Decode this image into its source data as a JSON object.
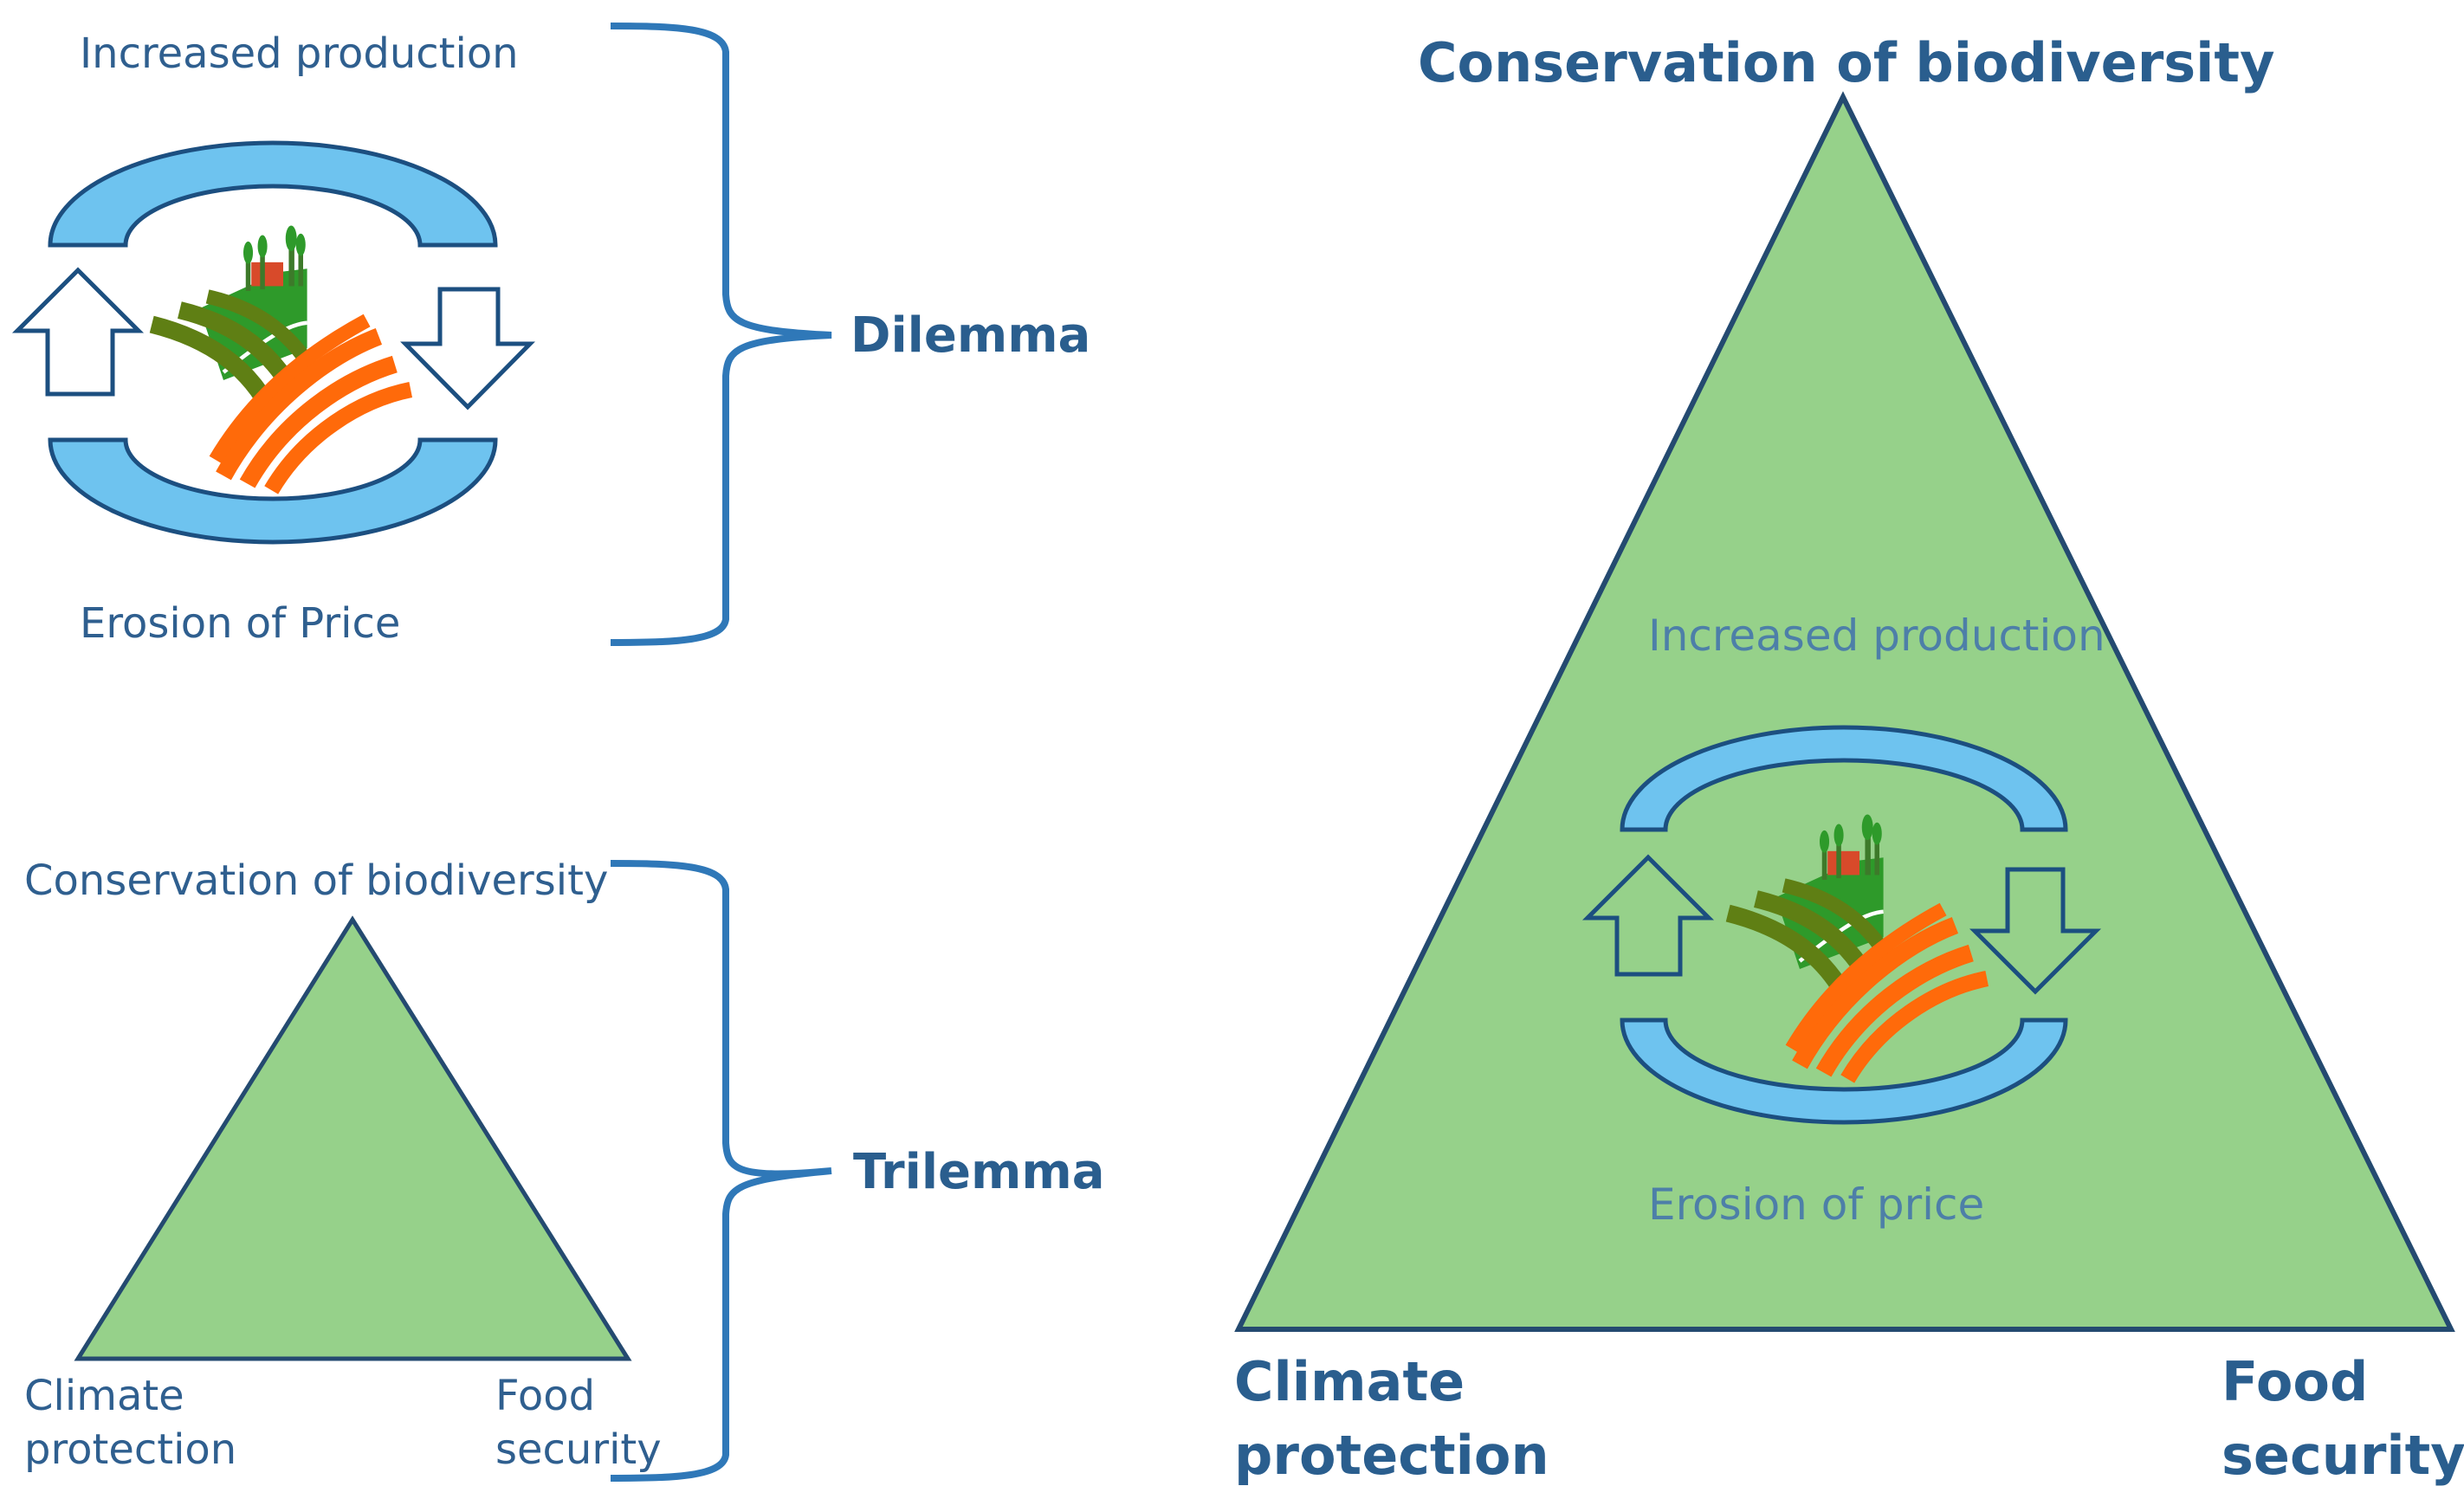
{
  "dilemma": {
    "top_label": "Increased production",
    "bottom_label": "Erosion of Price",
    "brace_label": "Dilemma"
  },
  "trilemma": {
    "top_label": "Conservation of biodiversity",
    "left_label_line1": "Climate",
    "left_label_line2": "protection",
    "right_label_line1": "Food",
    "right_label_line2": "security",
    "brace_label": "Trilemma"
  },
  "combined": {
    "top_label": "Conservation of biodiversity",
    "inner_top_label": "Increased production",
    "inner_bottom_label": "Erosion of price",
    "left_label_line1": "Climate",
    "left_label_line2": "protection",
    "right_label_line1": "Food",
    "right_label_line2": "security"
  },
  "colors": {
    "triangle_fill": "#96d18a",
    "triangle_stroke": "#244a70",
    "cycle_fill": "#6ec3ef",
    "cycle_stroke": "#1c4f80",
    "brace": "#2f78b8",
    "text": "#2a5e8e",
    "field_green": "#2e9a2a",
    "field_olive": "#5f7f14",
    "field_orange": "#ff6a0a"
  },
  "icons": [
    "landscape-icon",
    "up-arrow-icon",
    "down-arrow-icon",
    "cycle-arc-icon",
    "curly-brace-icon"
  ]
}
